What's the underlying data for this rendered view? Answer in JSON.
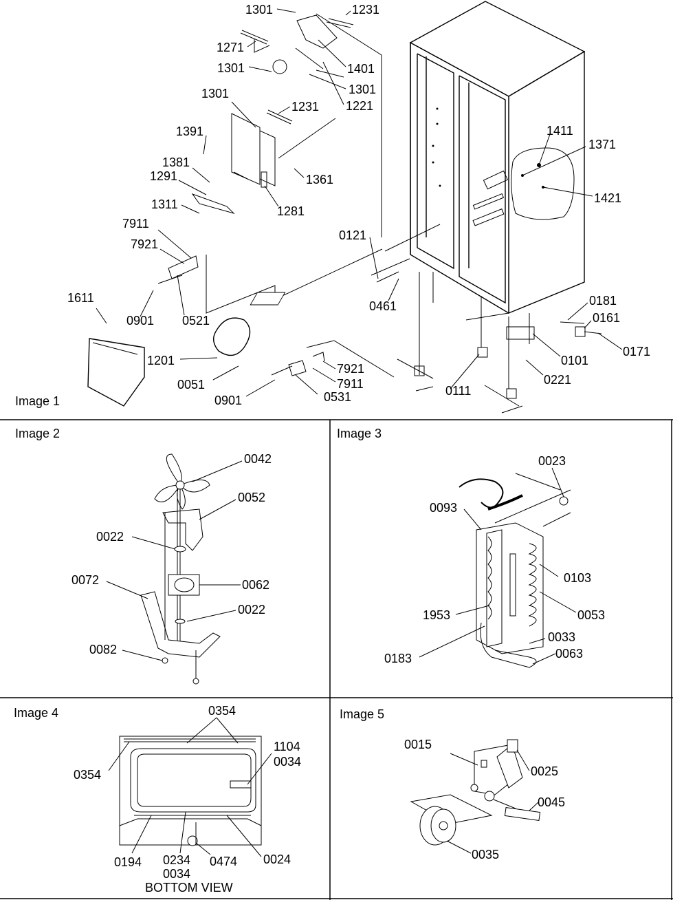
{
  "panels": {
    "image1": "Image 1",
    "image2": "Image 2",
    "image3": "Image 3",
    "image4": "Image 4",
    "image5": "Image 5"
  },
  "callouts": {
    "i1": [
      "1301",
      "1231",
      "1271",
      "1301",
      "1401",
      "1301",
      "1221",
      "1301",
      "1231",
      "1391",
      "1381",
      "1291",
      "1361",
      "1311",
      "1281",
      "7911",
      "7921",
      "1611",
      "0901",
      "0521",
      "1201",
      "0051",
      "0901",
      "0531",
      "7921",
      "7911",
      "0121",
      "0461",
      "1411",
      "1371",
      "1421",
      "0181",
      "0161",
      "0171",
      "0101",
      "0221",
      "0111"
    ],
    "i2": [
      "0042",
      "0052",
      "0022",
      "0072",
      "0062",
      "0022",
      "0082"
    ],
    "i3": [
      "0023",
      "0093",
      "0103",
      "1953",
      "0053",
      "0033",
      "0183",
      "0063"
    ],
    "i4": [
      "0354",
      "0354",
      "1104",
      "0034",
      "0194",
      "0234",
      "0034",
      "0474",
      "0024"
    ],
    "i5": [
      "0015",
      "0025",
      "0045",
      "0035"
    ]
  },
  "bottom_view": "BOTTOM VIEW"
}
